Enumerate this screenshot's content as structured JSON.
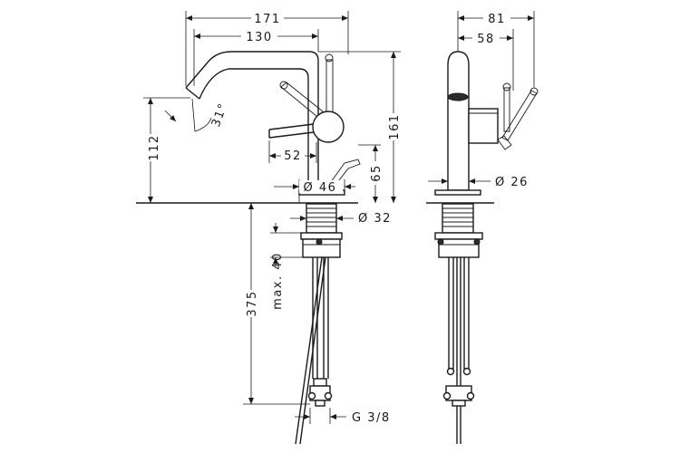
{
  "labels": {
    "w171": "171",
    "w130": "130",
    "w81": "81",
    "w58": "58",
    "h161": "161",
    "h112": "112",
    "angle31": "31°",
    "w52": "52",
    "h65": "65",
    "d46": "Ø 46",
    "d32": "Ø 32",
    "d26": "Ø 26",
    "h375": "375",
    "max40": "max. 40",
    "g38": "G 3/8"
  }
}
